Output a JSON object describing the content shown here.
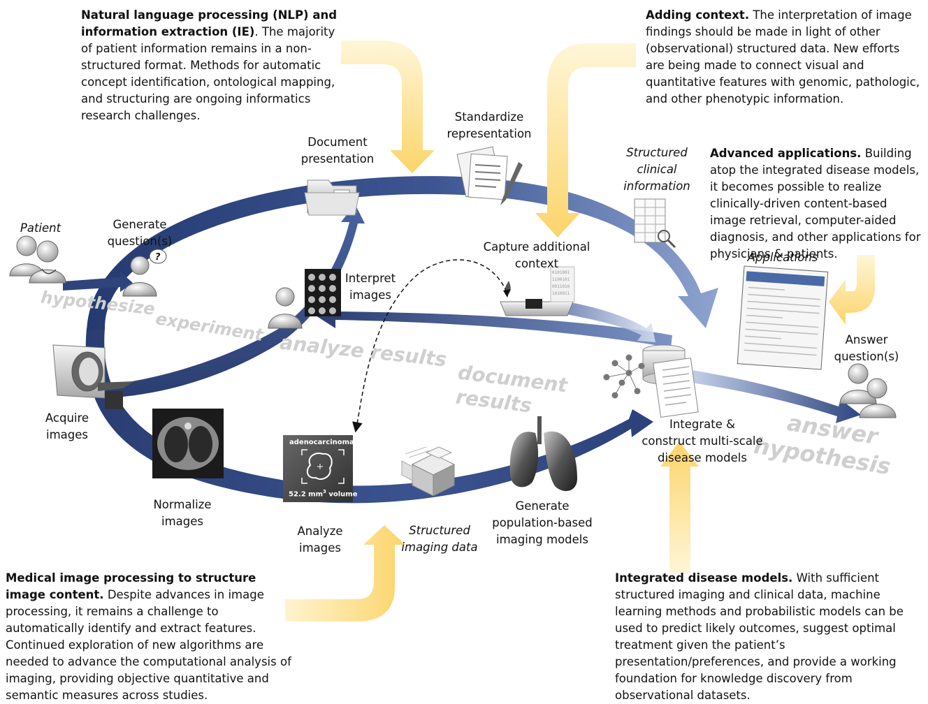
{
  "paragraphs": {
    "nlp": {
      "title": "Natural language processing (NLP) and information extraction (IE)",
      "body": ". The majority of patient information remains in a non-structured format. Methods for automatic concept identification, ontological mapping, and structuring are ongoing informatics research challenges."
    },
    "context": {
      "title": "Adding context.",
      "body": " The interpretation of image findings should be made in light of other (observational) structured data. New efforts are being made to connect visual and quantitative features with genomic, pathologic, and other phenotypic information."
    },
    "advanced": {
      "title": "Advanced applications.",
      "body": " Building atop the integrated disease models, it becomes possible to realize clinically-driven content-based image retrieval, computer-aided diagnosis, and other applications for physicians & patients."
    },
    "imaging": {
      "title": "Medical image processing to structure image content.",
      "body": " Despite advances in image processing, it remains a challenge to automatically identify and extract features. Continued exploration of new algorithms are needed to advance the computational analysis of imaging, providing objective quantitative and semantic measures across studies."
    },
    "disease": {
      "title": "Integrated disease models.",
      "body": " With sufficient structured imaging and clinical data, machine learning methods and probabilistic models can be used to predict likely outcomes, suggest optimal treatment given the patient’s presentation/preferences, and provide a working foundation for knowledge discovery from observational datasets."
    }
  },
  "labels": {
    "patient": "Patient",
    "generate_question": "Generate question(s)",
    "document_presentation": "Document presentation",
    "standardize": "Standardize representation",
    "structured_clinical": "Structured clinical information",
    "interpret": "Interpret images",
    "capture_context": "Capture additional context",
    "applications": "Applications",
    "answer_question": "Answer question(s)",
    "acquire": "Acquire images",
    "normalize": "Normalize images",
    "analyze": "Analyze images",
    "structured_imaging": "Structured imaging data",
    "population_models": "Generate population-based imaging models",
    "integrate": "Integrate & construct multi-scale disease models"
  },
  "ghost_words": {
    "hypothesize": "hypothesize",
    "experiment": "experiment",
    "analyze_results": "analyze results",
    "document": "document",
    "results": "results",
    "answer": "answer",
    "hypothesis": "hypothesis"
  },
  "scan": {
    "finding": "adenocarcinoma",
    "volume_value": "52.2 mm",
    "volume_exp": "3",
    "volume_unit": " volume"
  },
  "colors": {
    "arrow_dark": "#2a3c6e",
    "arrow_mid": "#5b72a8",
    "arrow_light": "#b9c6e2",
    "highlight_yellow": "#fbd46a",
    "ghost_text": "#cfcfcf"
  }
}
